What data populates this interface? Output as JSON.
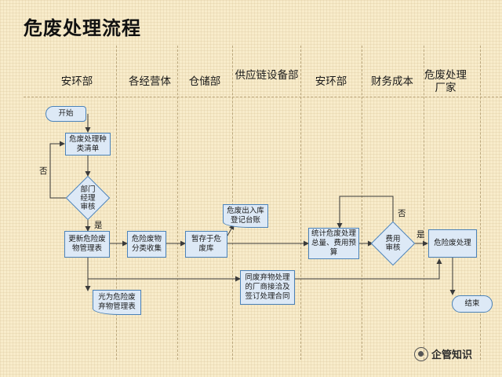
{
  "title": "危废处理流程",
  "lanes": [
    "安环部",
    "各经营体",
    "仓储部",
    "供应链设备部",
    "安环部",
    "财务成本",
    "危废处理厂家"
  ],
  "nodes": {
    "start": "开始",
    "list": "危废处理种类清单",
    "review": "部门经理审核",
    "update_table": "更新危险废物管理表",
    "classify": "危险废物分类收集",
    "temp_store": "暂存于危废库",
    "ledger": "危废出入库登记台账",
    "stats": "统计危废处理总量、费用预算",
    "cost_review": "费用审核",
    "process": "危险废处理",
    "end": "结束",
    "mgmt_table": "光为危险废弃物管理表",
    "contract": "同废弃物处理的厂商接洽及签订处理合同"
  },
  "labels": {
    "no_left": "否",
    "yes_left": "是",
    "no_right": "否",
    "yes_right": "是"
  },
  "watermark": "企管知识"
}
